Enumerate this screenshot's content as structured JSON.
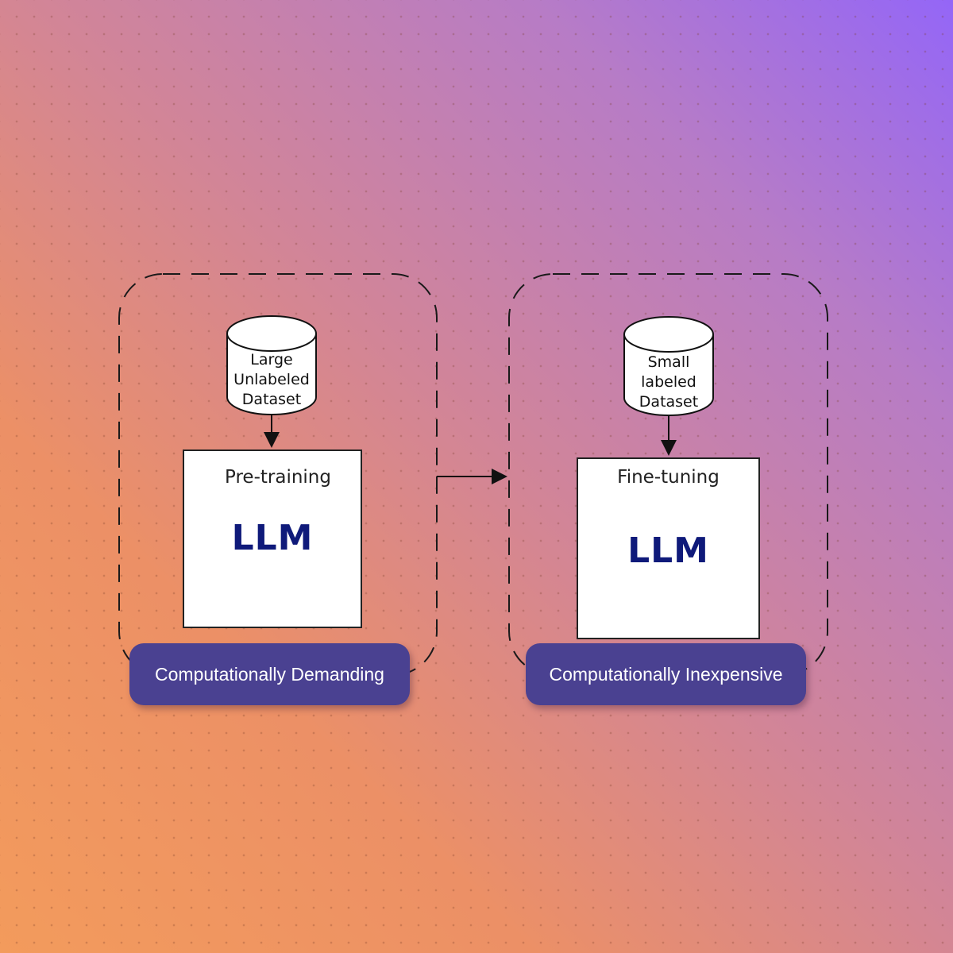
{
  "pretraining": {
    "dataset_lines": [
      "Large",
      "Unlabeled",
      "Dataset"
    ],
    "stage_label": "Pre-training",
    "model_label": "LLM",
    "cost_label": "Computationally Demanding"
  },
  "finetuning": {
    "dataset_lines": [
      "Small",
      "labeled",
      "Dataset"
    ],
    "stage_label": "Fine-tuning",
    "model_label": "LLM",
    "cost_label": "Computationally Inexpensive"
  },
  "colors": {
    "pill": "#4a4191",
    "llm_text": "#0f1a7a",
    "gradient_start": "#9466f7",
    "gradient_end": "#f39b5c"
  }
}
